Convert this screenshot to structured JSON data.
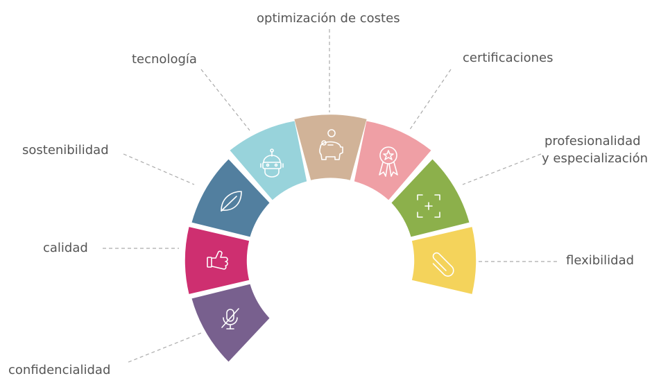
{
  "diagram": {
    "segments": [
      {
        "key": "confidencialidad",
        "label": "confidencialidad",
        "color": "#78608E",
        "icon": "mic-off-icon"
      },
      {
        "key": "calidad",
        "label": "calidad",
        "color": "#CE2F70",
        "icon": "thumbs-up-icon"
      },
      {
        "key": "sostenibilidad",
        "label": "sostenibilidad",
        "color": "#527F9F",
        "icon": "leaf-icon"
      },
      {
        "key": "tecnologia",
        "label": "tecnología",
        "color": "#98D3DB",
        "icon": "robot-icon"
      },
      {
        "key": "optimizacion",
        "label": "optimización de costes",
        "color": "#D1B398",
        "icon": "piggy-bank-icon"
      },
      {
        "key": "certificaciones",
        "label": "certificaciones",
        "color": "#EF9FA5",
        "icon": "award-ribbon-icon"
      },
      {
        "key": "profesionalidad",
        "label_lines": [
          "profesionalidad",
          "y especialización"
        ],
        "color": "#8CB04B",
        "icon": "focus-plus-icon"
      },
      {
        "key": "flexibilidad",
        "label": "flexibilidad",
        "color": "#F4D35B",
        "icon": "paperclip-icon"
      }
    ]
  }
}
